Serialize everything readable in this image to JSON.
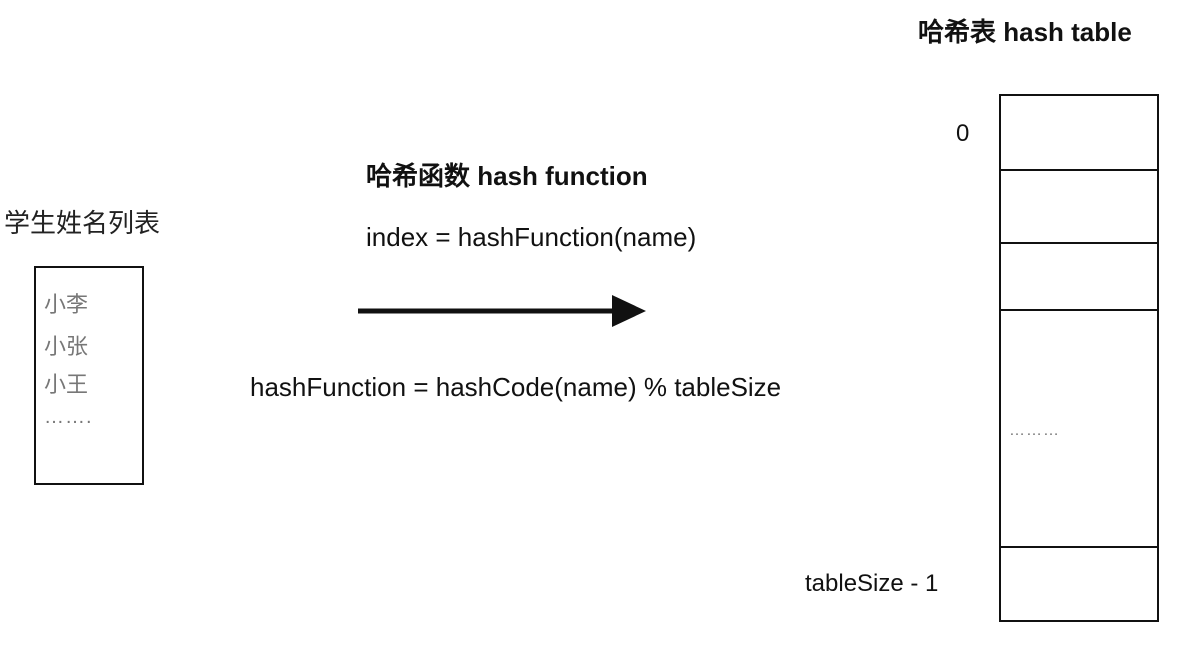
{
  "student_list": {
    "title": "学生姓名列表",
    "names": [
      "小李",
      "小张",
      "小王",
      "……."
    ]
  },
  "hash_function": {
    "title": "哈希函数 hash function",
    "formula": "index = hashFunction(name)",
    "definition": "hashFunction = hashCode(name) % tableSize"
  },
  "hash_table": {
    "title": "哈希表 hash table",
    "first_index": "0",
    "last_index": "tableSize - 1",
    "ellipsis": "………"
  }
}
